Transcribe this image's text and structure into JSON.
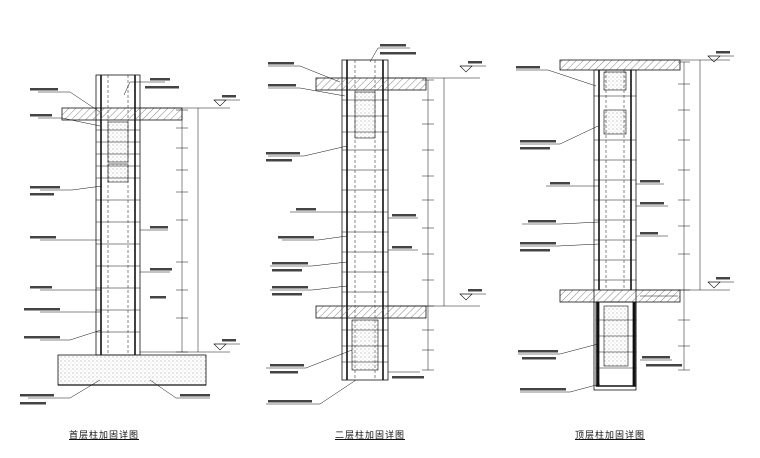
{
  "panels": [
    {
      "caption": "首层柱加固详图"
    },
    {
      "caption": "二层柱加固详图"
    },
    {
      "caption": "顶层柱加固详图"
    }
  ],
  "colors": {
    "line": "#111111",
    "hatch": "#555555",
    "fill": "#d9d9d9"
  }
}
